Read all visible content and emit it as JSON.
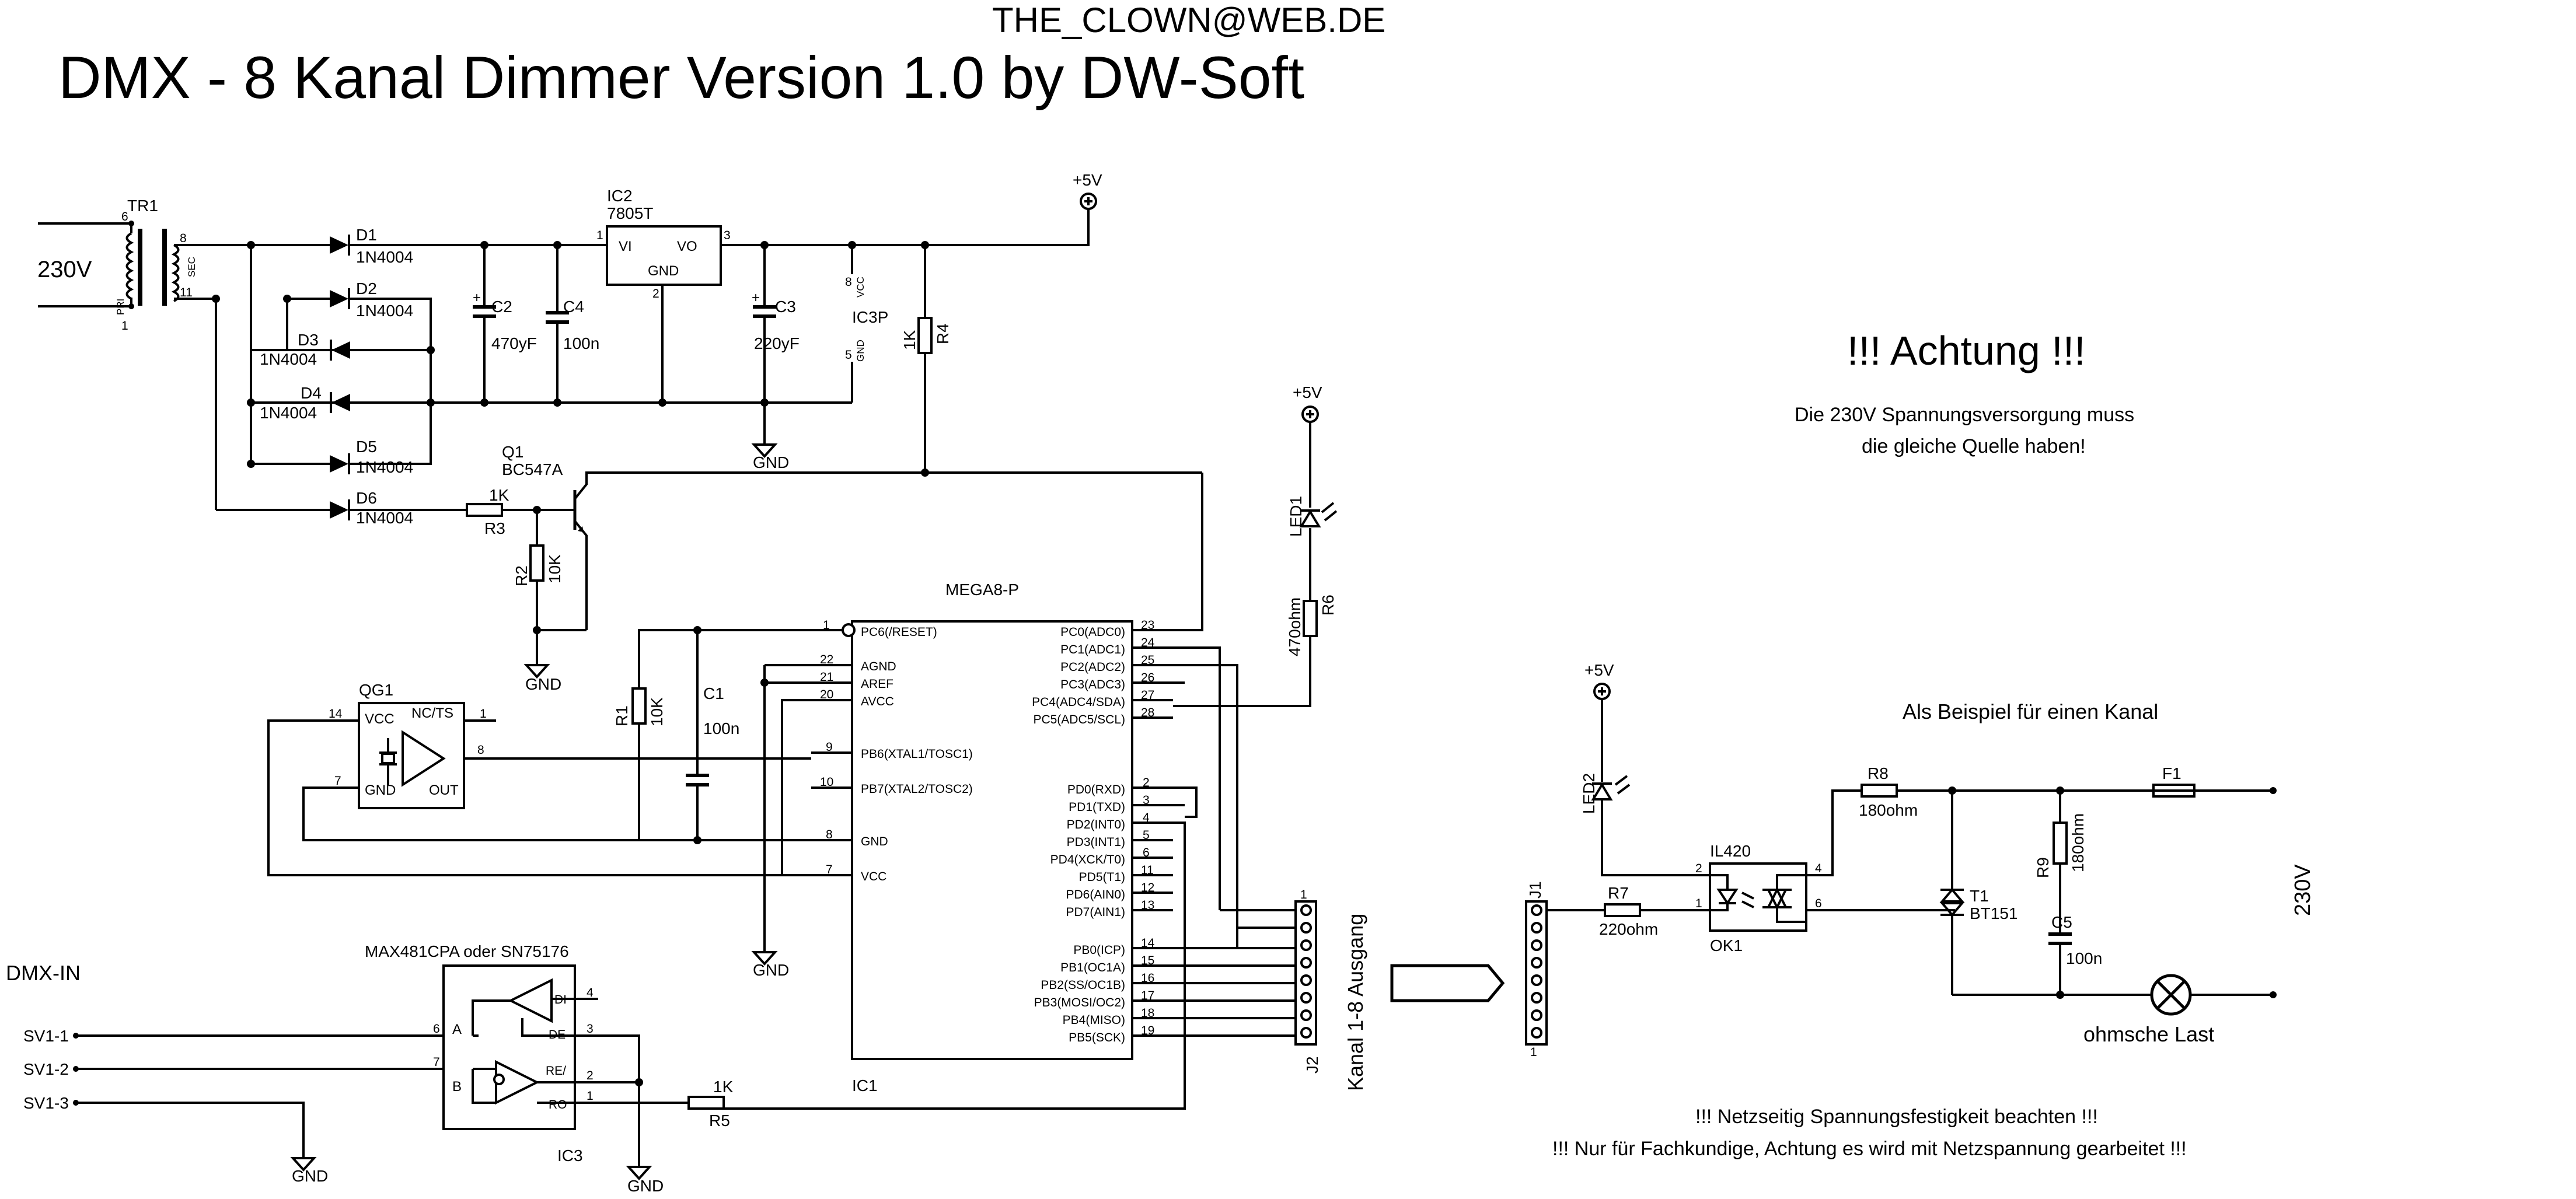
{
  "header": {
    "email": "THE_CLOWN@WEB.DE",
    "title": "DMX - 8 Kanal Dimmer  Version 1.0 by DW-Soft"
  },
  "mains": {
    "voltage": "230V"
  },
  "transformer": {
    "ref": "TR1",
    "pri": "PRI",
    "sec": "SEC",
    "pin_pri_top": "6",
    "pin_pri_bot": "1",
    "pin_sec_top": "8",
    "pin_sec_bot": "11"
  },
  "diodes": [
    {
      "ref": "D1",
      "value": "1N4004"
    },
    {
      "ref": "D2",
      "value": "1N4004"
    },
    {
      "ref": "D3",
      "value": "1N4004"
    },
    {
      "ref": "D4",
      "value": "1N4004"
    },
    {
      "ref": "D5",
      "value": "1N4004"
    },
    {
      "ref": "D6",
      "value": "1N4004"
    }
  ],
  "caps": {
    "c2": {
      "ref": "C2",
      "value": "470yF"
    },
    "c4": {
      "ref": "C4",
      "value": "100n"
    },
    "c3": {
      "ref": "C3",
      "value": "220yF"
    },
    "c1": {
      "ref": "C1",
      "value": "100n"
    },
    "c5": {
      "ref": "C5",
      "value": "100n"
    }
  },
  "regulator": {
    "ref": "IC2",
    "part": "7805T",
    "vi": "VI",
    "vo": "VO",
    "gnd": "GND",
    "pin1": "1",
    "pin2": "2",
    "pin3": "3"
  },
  "ic3p": {
    "ref": "IC3P",
    "vcc": "VCC",
    "gnd": "GND",
    "pin8": "8",
    "pin5": "5"
  },
  "power": {
    "plus5v": "+5V",
    "gnd": "GND"
  },
  "resistors": {
    "r4": {
      "ref": "R4",
      "value": "1K"
    },
    "r3": {
      "ref": "R3",
      "value": "1K"
    },
    "r2": {
      "ref": "R2",
      "value": "10K"
    },
    "r1": {
      "ref": "R1",
      "value": "10K"
    },
    "r5": {
      "ref": "R5",
      "value": "1K"
    },
    "r6": {
      "ref": "R6",
      "value": "470ohm"
    },
    "r7": {
      "ref": "R7",
      "value": "220ohm"
    },
    "r8": {
      "ref": "R8",
      "value": "180ohm"
    },
    "r9": {
      "ref": "R9",
      "value": "180ohm"
    }
  },
  "transistor": {
    "ref": "Q1",
    "part": "BC547A"
  },
  "led1": {
    "ref": "LED1"
  },
  "led2": {
    "ref": "LED2"
  },
  "oscillator": {
    "ref": "QG1",
    "vcc": "VCC",
    "ncts": "NC/TS",
    "gnd": "GND",
    "out": "OUT",
    "pin14": "14",
    "pin1": "1",
    "pin7": "7",
    "pin8": "8"
  },
  "mcu": {
    "name": "MEGA8-P",
    "ref": "IC1",
    "left_pins": [
      {
        "num": "1",
        "label": "PC6(/RESET)"
      },
      {
        "num": "22",
        "label": "AGND"
      },
      {
        "num": "21",
        "label": "AREF"
      },
      {
        "num": "20",
        "label": "AVCC"
      },
      {
        "num": "9",
        "label": "PB6(XTAL1/TOSC1)"
      },
      {
        "num": "10",
        "label": "PB7(XTAL2/TOSC2)"
      },
      {
        "num": "8",
        "label": "GND"
      },
      {
        "num": "7",
        "label": "VCC"
      }
    ],
    "right_pins": [
      {
        "num": "23",
        "label": "PC0(ADC0)"
      },
      {
        "num": "24",
        "label": "PC1(ADC1)"
      },
      {
        "num": "25",
        "label": "PC2(ADC2)"
      },
      {
        "num": "26",
        "label": "PC3(ADC3)"
      },
      {
        "num": "27",
        "label": "PC4(ADC4/SDA)"
      },
      {
        "num": "28",
        "label": "PC5(ADC5/SCL)"
      },
      {
        "num": "2",
        "label": "PD0(RXD)"
      },
      {
        "num": "3",
        "label": "PD1(TXD)"
      },
      {
        "num": "4",
        "label": "PD2(INT0)"
      },
      {
        "num": "5",
        "label": "PD3(INT1)"
      },
      {
        "num": "6",
        "label": "PD4(XCK/T0)"
      },
      {
        "num": "11",
        "label": "PD5(T1)"
      },
      {
        "num": "12",
        "label": "PD6(AIN0)"
      },
      {
        "num": "13",
        "label": "PD7(AIN1)"
      },
      {
        "num": "14",
        "label": "PB0(ICP)"
      },
      {
        "num": "15",
        "label": "PB1(OC1A)"
      },
      {
        "num": "16",
        "label": "PB2(SS/OC1B)"
      },
      {
        "num": "17",
        "label": "PB3(MOSI/OC2)"
      },
      {
        "num": "18",
        "label": "PB4(MISO)"
      },
      {
        "num": "19",
        "label": "PB5(SCK)"
      }
    ]
  },
  "rs485": {
    "part": "MAX481CPA oder SN75176",
    "ref": "IC3",
    "a": "A",
    "b": "B",
    "di": "DI",
    "de": "DE",
    "re": "RE/",
    "ro": "RO",
    "pin6": "6",
    "pin7": "7",
    "pin4": "4",
    "pin3": "3",
    "pin2": "2",
    "pin1": "1"
  },
  "dmx": {
    "label": "DMX-IN",
    "sv1": "SV1-1",
    "sv2": "SV1-2",
    "sv3": "SV1-3"
  },
  "j2": {
    "ref": "J2",
    "caption": "Kanal 1-8 Ausgang",
    "pin1": "1"
  },
  "j1": {
    "ref": "J1",
    "pin1": "1"
  },
  "warning": {
    "title": "!!! Achtung !!!",
    "line1": "Die 230V Spannungsversorgung muss",
    "line2": "die gleiche Quelle haben!"
  },
  "channel_example": {
    "caption": "Als Beispiel für einen Kanal",
    "opto_ref": "IL420",
    "opto_name": "OK1",
    "opto_pin1": "1",
    "opto_pin2": "2",
    "opto_pin4": "4",
    "opto_pin6": "6",
    "triac_ref": "T1",
    "triac_part": "BT151",
    "fuse": "F1",
    "load": "ohmsche Last",
    "voltage": "230V"
  },
  "footer": {
    "line1": "!!! Netzseitig Spannungsfestigkeit beachten !!!",
    "line2": "!!! Nur für Fachkundige, Achtung es wird mit Netzspannung gearbeitet !!!"
  }
}
